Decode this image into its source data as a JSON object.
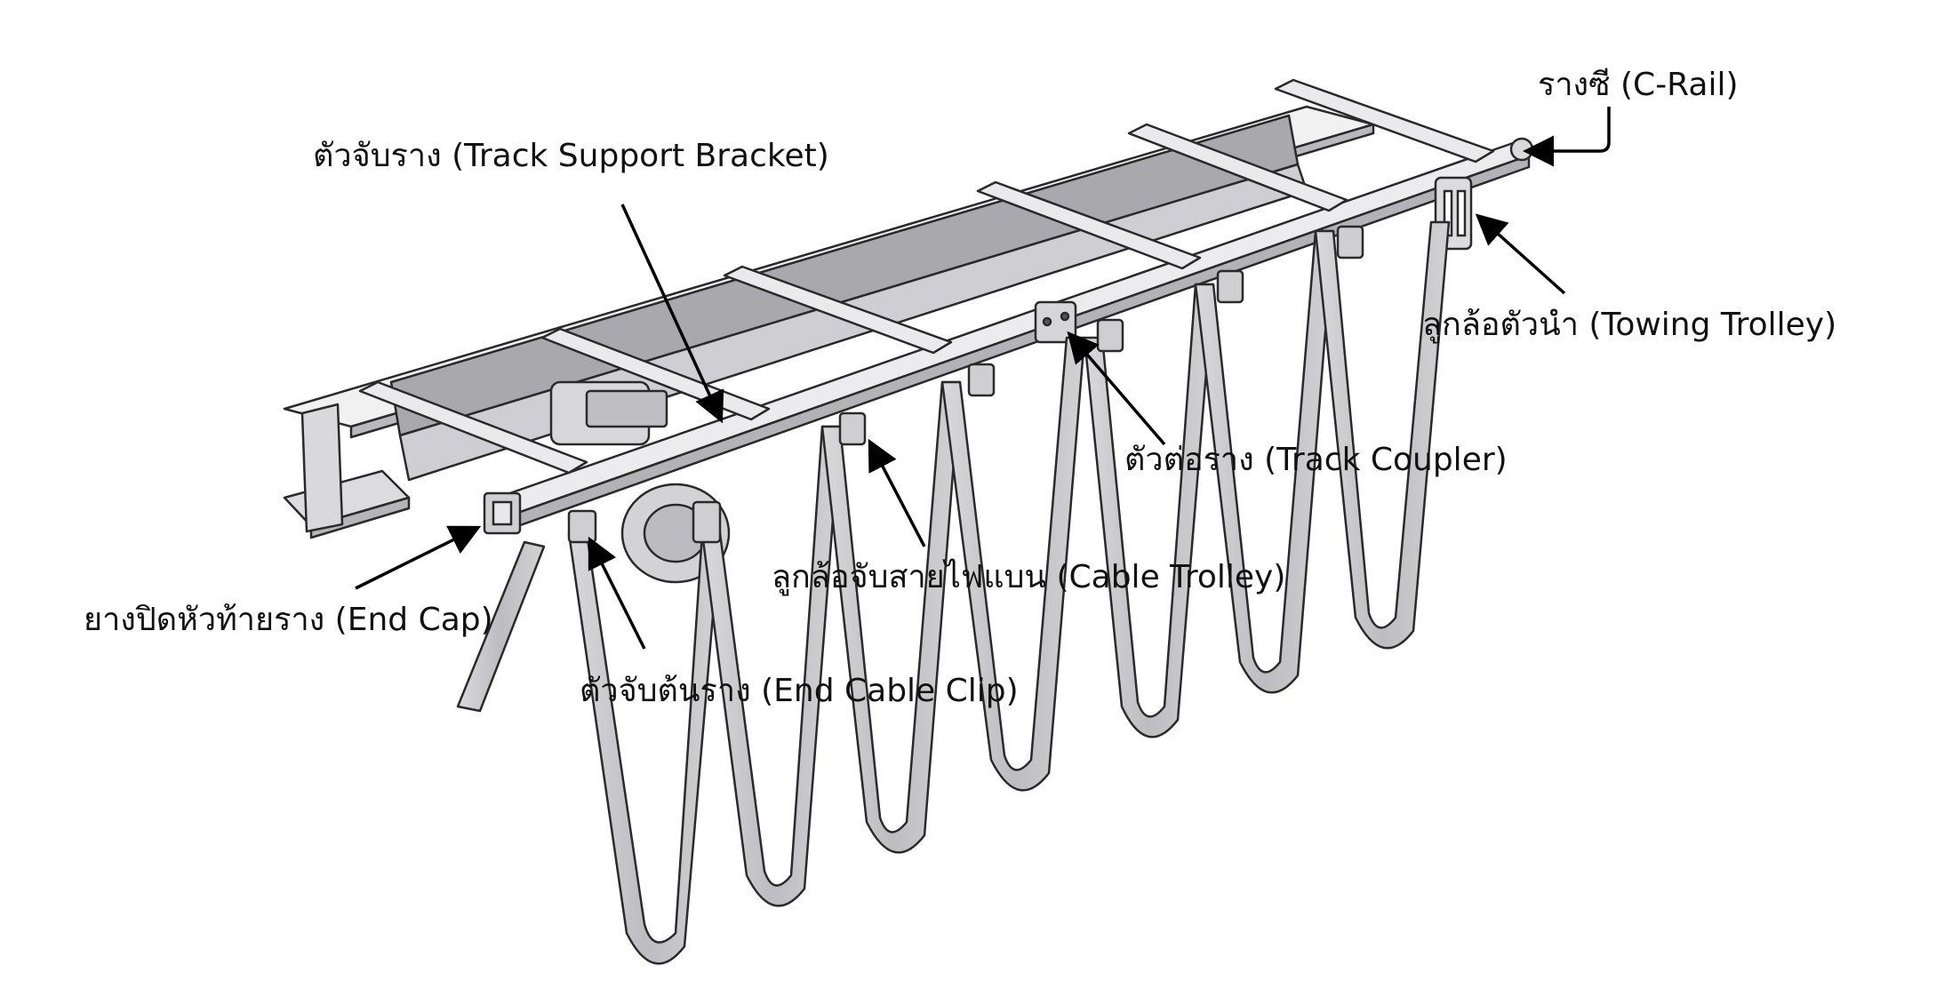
{
  "labels": {
    "c_rail": "รางซี (C-Rail)",
    "track_support_bracket": "ตัวจับราง (Track Support Bracket)",
    "towing_trolley": "ลูกล้อตัวนำ (Towing Trolley)",
    "track_coupler": "ตัวต่อราง  (Track Coupler)",
    "cable_trolley": "ลูกล้อจับสายไฟแบน  (Cable Trolley)",
    "end_cap": "ยางปิดหัวท้ายราง (End Cap)",
    "end_cable_clip": "ตัวจับต้นราง  (End Cable Clip)"
  },
  "colors": {
    "metal_light": "#e4e4e6",
    "metal_mid": "#c9c9cc",
    "metal_dark": "#9a9a9e",
    "outline": "#2a2a2a",
    "arrow": "#000000"
  }
}
